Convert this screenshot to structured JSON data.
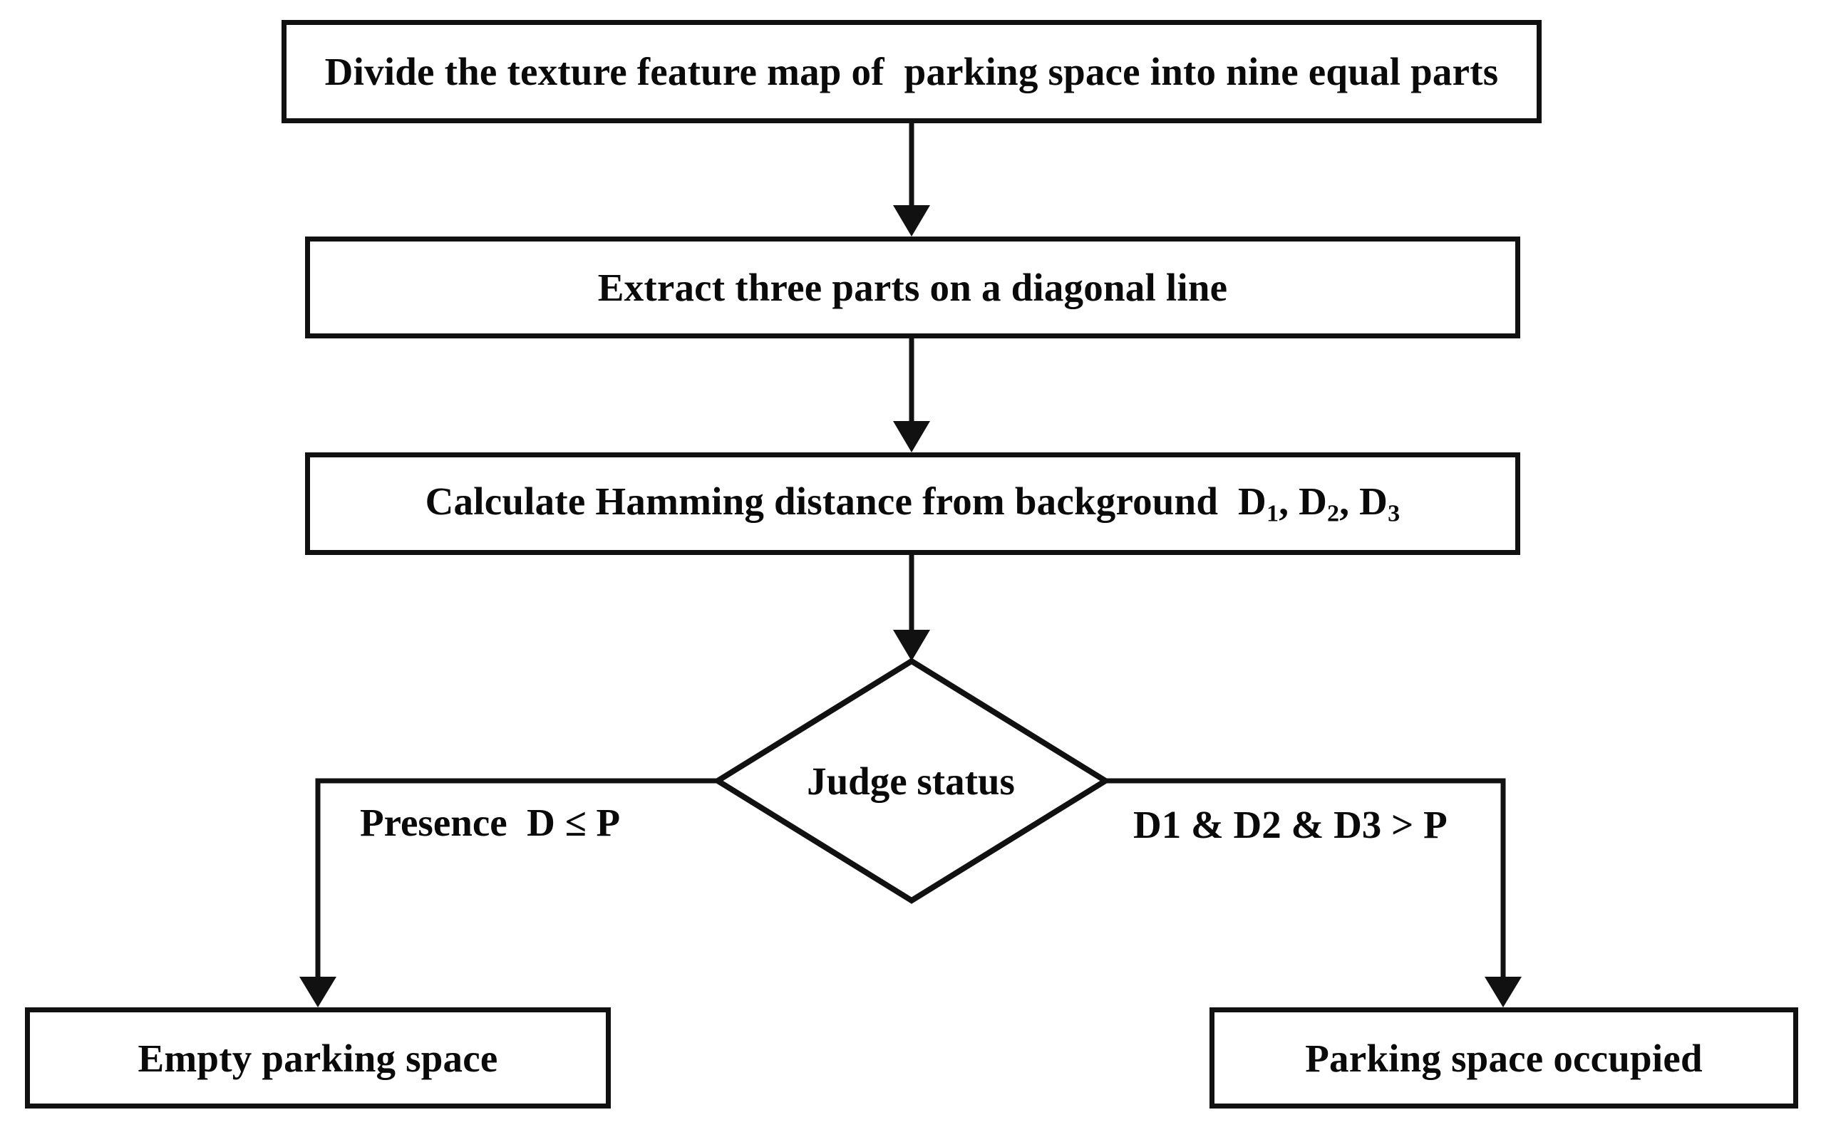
{
  "diagram": {
    "title": "Parking space status judgement flowchart",
    "orientation": "top-to-bottom",
    "stroke_color": "#111111",
    "fill_color": "#ffffff",
    "text_color": "#0a0a0a"
  },
  "nodes": {
    "divide": {
      "shape": "rectangle",
      "label": "Divide the texture feature map of  parking space into nine equal parts"
    },
    "extract": {
      "shape": "rectangle",
      "label": "Extract three parts on a diagonal line"
    },
    "hamming": {
      "shape": "rectangle",
      "label_prefix": "Calculate Hamming distance from background  D",
      "sub1": "1",
      "mid1": ", D",
      "sub2": "2",
      "mid2": ", D",
      "sub3": "3"
    },
    "decision": {
      "shape": "diamond",
      "label": "Judge status"
    },
    "empty": {
      "shape": "rectangle",
      "label": "Empty parking space"
    },
    "occupied": {
      "shape": "rectangle",
      "label": "Parking space occupied"
    }
  },
  "edges": {
    "divide_to_extract": {
      "label": ""
    },
    "extract_to_hamming": {
      "label": ""
    },
    "hamming_to_decision": {
      "label": ""
    },
    "decision_to_empty": {
      "label": "Presence  D ≤ P"
    },
    "decision_to_occupied": {
      "label": "D1 & D2 & D3 > P"
    }
  }
}
